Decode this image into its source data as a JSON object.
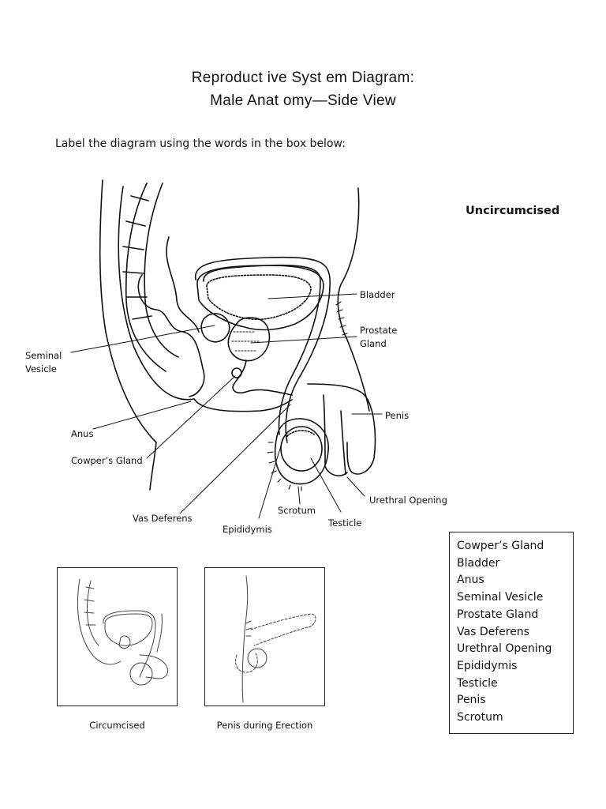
{
  "header": {
    "title_line1": "Reproduct ive Syst em Diagram:",
    "title_line2": "Male Anat omy—Side View",
    "instruction": "Label the diagram using the words in the box below:"
  },
  "diagram": {
    "subtitle": "Uncircumcised",
    "labels": {
      "bladder": "Bladder",
      "prostate_line1": "Prostate",
      "prostate_line2": "Gland",
      "seminal_line1": "Seminal",
      "seminal_line2": "Vesicle",
      "penis": "Penis",
      "anus": "Anus",
      "cowpers": "Cowper’s Gland",
      "urethral": "Urethral Opening",
      "scrotum": "Scrotum",
      "testicle": "Testicle",
      "vas": "Vas Deferens",
      "epididymis": "Epididymis"
    }
  },
  "word_box": {
    "words": [
      "Cowper’s Gland",
      "Bladder",
      "Anus",
      "Seminal Vesicle",
      "Prostate Gland",
      "Vas Deferens",
      "Urethral Opening",
      "Epididymis",
      "Testicle",
      "Penis",
      "Scrotum"
    ]
  },
  "thumbnails": {
    "circumcised_caption": "Circumcised",
    "erection_caption": "Penis during Erection"
  }
}
